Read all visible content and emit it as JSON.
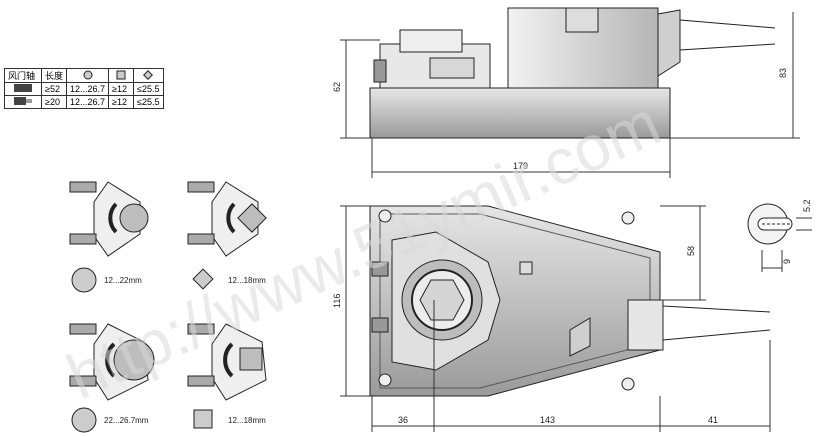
{
  "table": {
    "headers": [
      "风门轴",
      "长度",
      "",
      "",
      ""
    ],
    "rows": [
      {
        "length": "≥52",
        "round": "12...26.7",
        "square": "≥12",
        "diag": "≤25.5"
      },
      {
        "length": "≥20",
        "round": "12...26.7",
        "square": "≥12",
        "diag": "≤25.5"
      }
    ]
  },
  "captions": {
    "round_small": "12...22mm",
    "square_small": "12...18mm",
    "round_large": "22...26.7mm",
    "square_large": "12...18mm"
  },
  "dimensions": {
    "side_height": "62",
    "overall_height": "83",
    "side_width": "179",
    "front_height": "116",
    "hub_offset": "58",
    "left_offset": "36",
    "mid_width": "143",
    "right_width": "41",
    "clamp_width": "5.2",
    "clamp_depth": "9"
  },
  "watermark": "http://www.51ymir.com",
  "colors": {
    "line": "#222222",
    "shade": "#bfbfbf",
    "dark": "#3a3a3a"
  }
}
